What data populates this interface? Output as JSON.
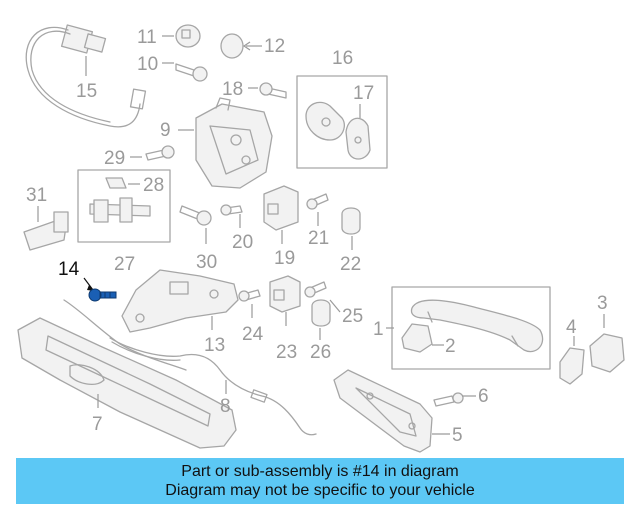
{
  "diagram": {
    "highlight_color": "#1a5fb4",
    "callouts": {
      "c1": "1",
      "c2": "2",
      "c3": "3",
      "c4": "4",
      "c5": "5",
      "c6": "6",
      "c7": "7",
      "c8": "8",
      "c9": "9",
      "c10": "10",
      "c11": "11",
      "c12": "12",
      "c13": "13",
      "c14": "14",
      "c15": "15",
      "c16": "16",
      "c17": "17",
      "c18": "18",
      "c19": "19",
      "c20": "20",
      "c21": "21",
      "c22": "22",
      "c23": "23",
      "c24": "24",
      "c25": "25",
      "c26": "26",
      "c27": "27",
      "c28": "28",
      "c29": "29",
      "c30": "30",
      "c31": "31"
    },
    "highlighted_part": "14"
  },
  "banner": {
    "background": "#5cc8f5",
    "line1": "Part or sub-assembly is #14 in diagram",
    "line2": "Diagram may not be specific to your vehicle"
  }
}
